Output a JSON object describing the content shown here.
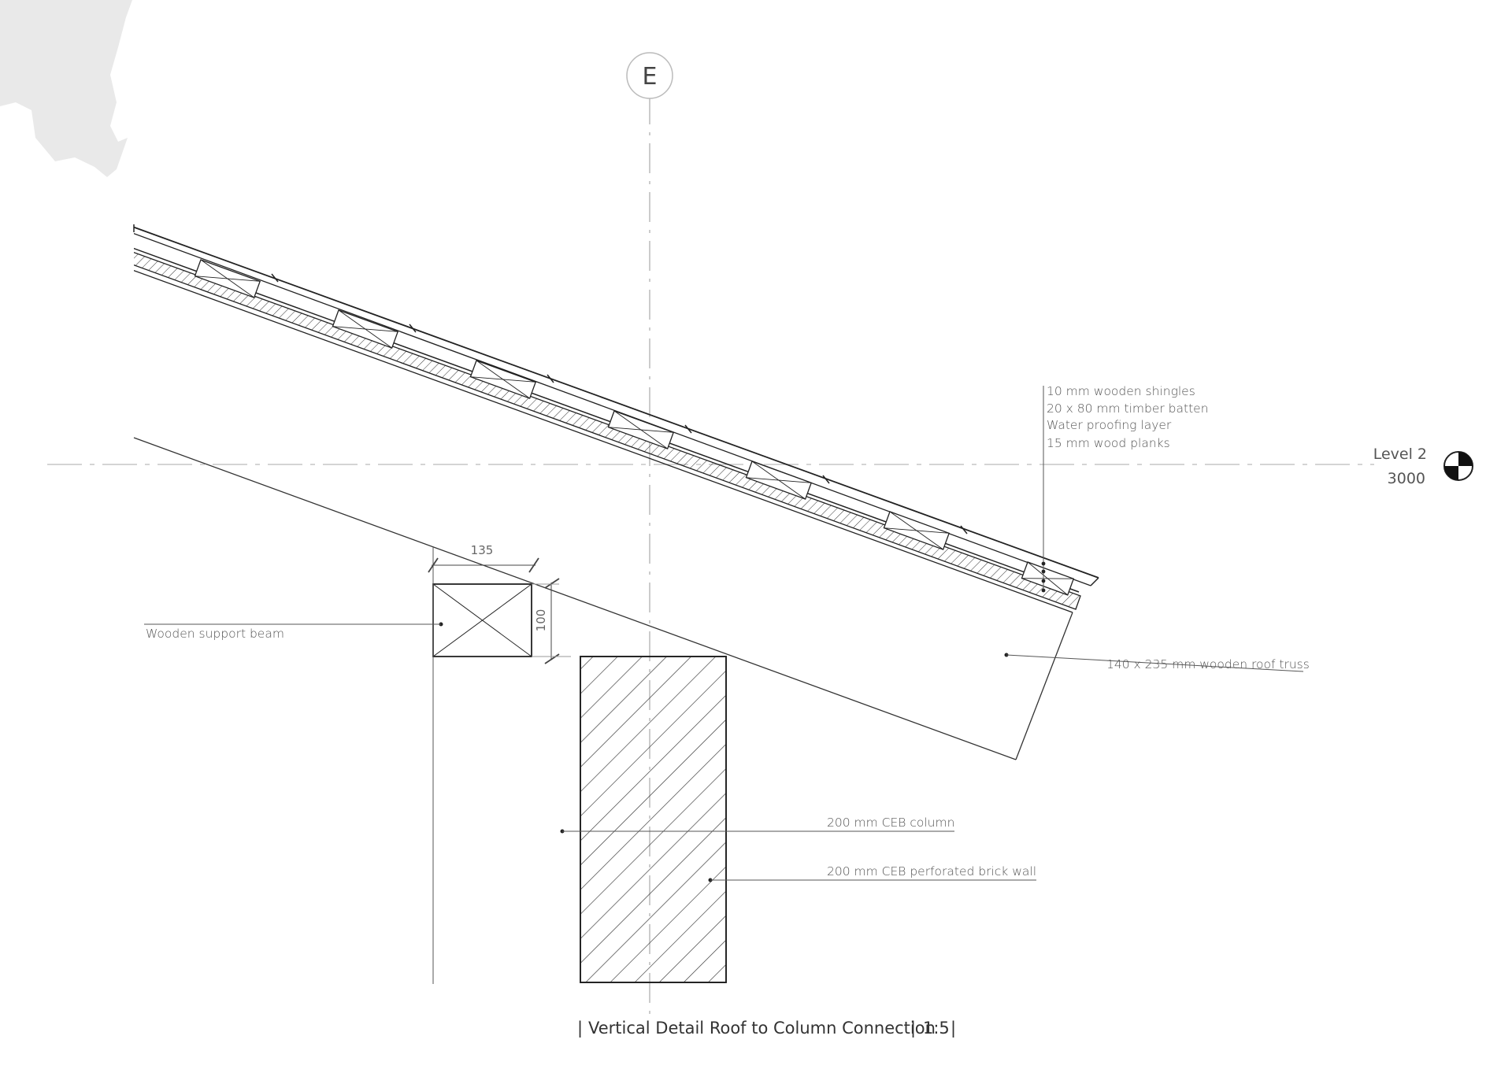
{
  "grid": {
    "label": "E"
  },
  "level": {
    "name": "Level 2",
    "elevation": "3000"
  },
  "roof_layers": [
    "10 mm wooden shingles",
    "20 x 80 mm timber batten",
    "Water proofing layer",
    "15 mm wood planks"
  ],
  "labels": {
    "support_beam": "Wooden support beam",
    "roof_truss": "140 x 235 mm wooden roof truss",
    "column": "200 mm CEB column",
    "brick_wall": "200 mm CEB perforated brick wall"
  },
  "dimensions": {
    "beam_width": "135",
    "beam_height": "100"
  },
  "title": {
    "left_bar": "|",
    "text": "Vertical Detail Roof to Column Connection",
    "middle_bar": "|",
    "scale": "1:5",
    "right_bar": "|"
  },
  "colors": {
    "line": "#2a2a2a",
    "thin_line": "#555555",
    "reference_line": "#bbbbbb",
    "corner_shade": "#e9e9e9"
  }
}
